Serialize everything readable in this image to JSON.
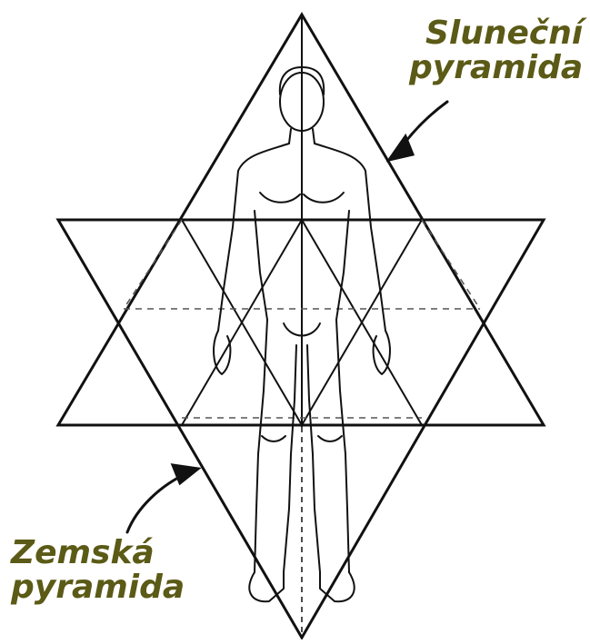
{
  "labels": {
    "sun_line1": "Sluneční",
    "sun_line2": "pyramida",
    "earth_line1": "Zemská",
    "earth_line2": "pyramida"
  },
  "colors": {
    "label": "#5b5a16",
    "line": "#111111",
    "dashed": "#555555"
  }
}
